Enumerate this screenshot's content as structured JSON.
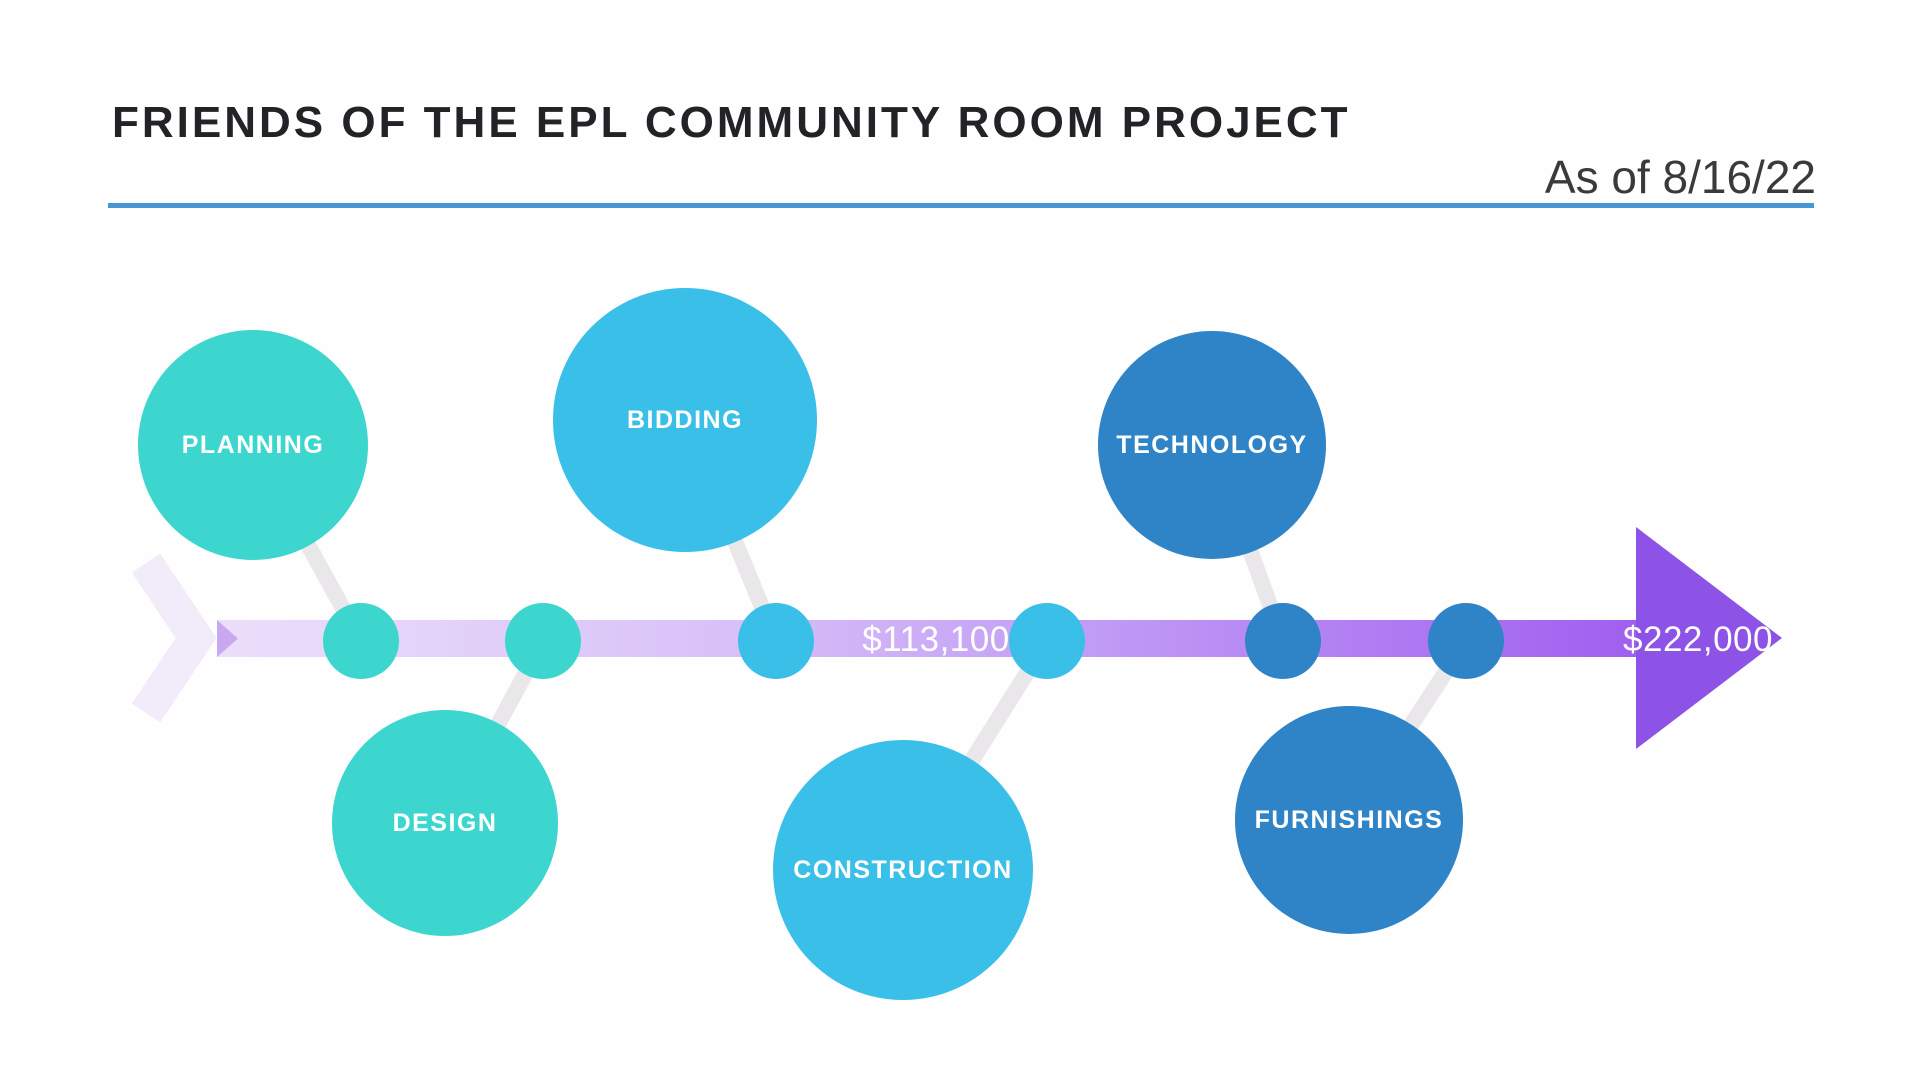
{
  "header": {
    "title": "FRIENDS OF THE EPL COMMUNITY ROOM PROJECT",
    "as_of": "As of 8/16/22",
    "underline_color": "#4697d2"
  },
  "timeline": {
    "type": "milestone-arrow-timeline",
    "current_amount": "$113,100",
    "goal_amount": "$222,000",
    "milestones": [
      {
        "label": "PLANNING",
        "color": "#3dd6ce",
        "position": "above"
      },
      {
        "label": "DESIGN",
        "color": "#3dd6ce",
        "position": "below"
      },
      {
        "label": "BIDDING",
        "color": "#3abfe9",
        "position": "above"
      },
      {
        "label": "CONSTRUCTION",
        "color": "#3abfe9",
        "position": "below"
      },
      {
        "label": "TECHNOLOGY",
        "color": "#2e84c6",
        "position": "above"
      },
      {
        "label": "FURNISHINGS",
        "color": "#2e84c6",
        "position": "below"
      }
    ],
    "arrow_gradient_start": "#ebdffa",
    "arrow_gradient_end": "#a05fef",
    "arrowhead_color": "#8d52e6",
    "connector_color": "#e9e7ea",
    "start_chevron_color": "#f2ecfa"
  }
}
